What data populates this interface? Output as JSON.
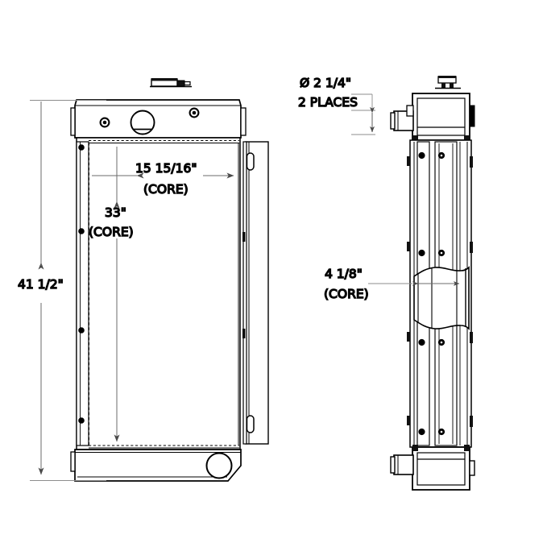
{
  "drawing": {
    "type": "engineering-drawing",
    "subject": "radiator",
    "views": [
      "front",
      "side"
    ],
    "background_color": "#ffffff",
    "line_color": "#000000",
    "dim_text_color": "#3b3b3b",
    "fill_color": "#ffffff"
  },
  "front_view": {
    "name": "front-view",
    "dimensions": {
      "overall_height": {
        "label": "41 1/2\"",
        "value": 41.5,
        "unit": "in"
      },
      "core_width": {
        "label_line1": "15  15/16\"",
        "label_line2": "(CORE)",
        "value": 15.9375,
        "unit": "in"
      },
      "core_height": {
        "label_line1": "33\"",
        "label_line2": "(CORE)",
        "value": 33,
        "unit": "in"
      }
    },
    "features": {
      "top_tank": "top-tank",
      "bottom_tank": "bottom-tank",
      "filler_neck": "filler-neck-fitting",
      "filler_cap": "filler-cap-circle",
      "port_left": "port-ring-left",
      "port_right": "port-ring-right",
      "outlet": "bottom-outlet-circle",
      "side_bracket": "mounting-bracket",
      "bracket_slots": 2,
      "edge_fasteners": 4
    }
  },
  "side_view": {
    "name": "side-view",
    "dimensions": {
      "port_diameter": {
        "label_line1": "Ø 2 1/4\"",
        "label_line2": "2 PLACES",
        "value": 2.25,
        "unit": "in",
        "count": 2
      },
      "core_depth": {
        "label_line1": "4 1/8\"",
        "label_line2": "(CORE)",
        "value": 4.125,
        "unit": "in"
      }
    },
    "features": {
      "upper_tank": "upper-tank-side",
      "lower_tank": "lower-tank-side",
      "upper_port": "upper-port-stub",
      "lower_port": "lower-port-stub",
      "rails": "vertical-rails",
      "bolt_rows": 4,
      "center_bulge": "core-bulge"
    }
  },
  "watermark": {
    "text": ""
  }
}
